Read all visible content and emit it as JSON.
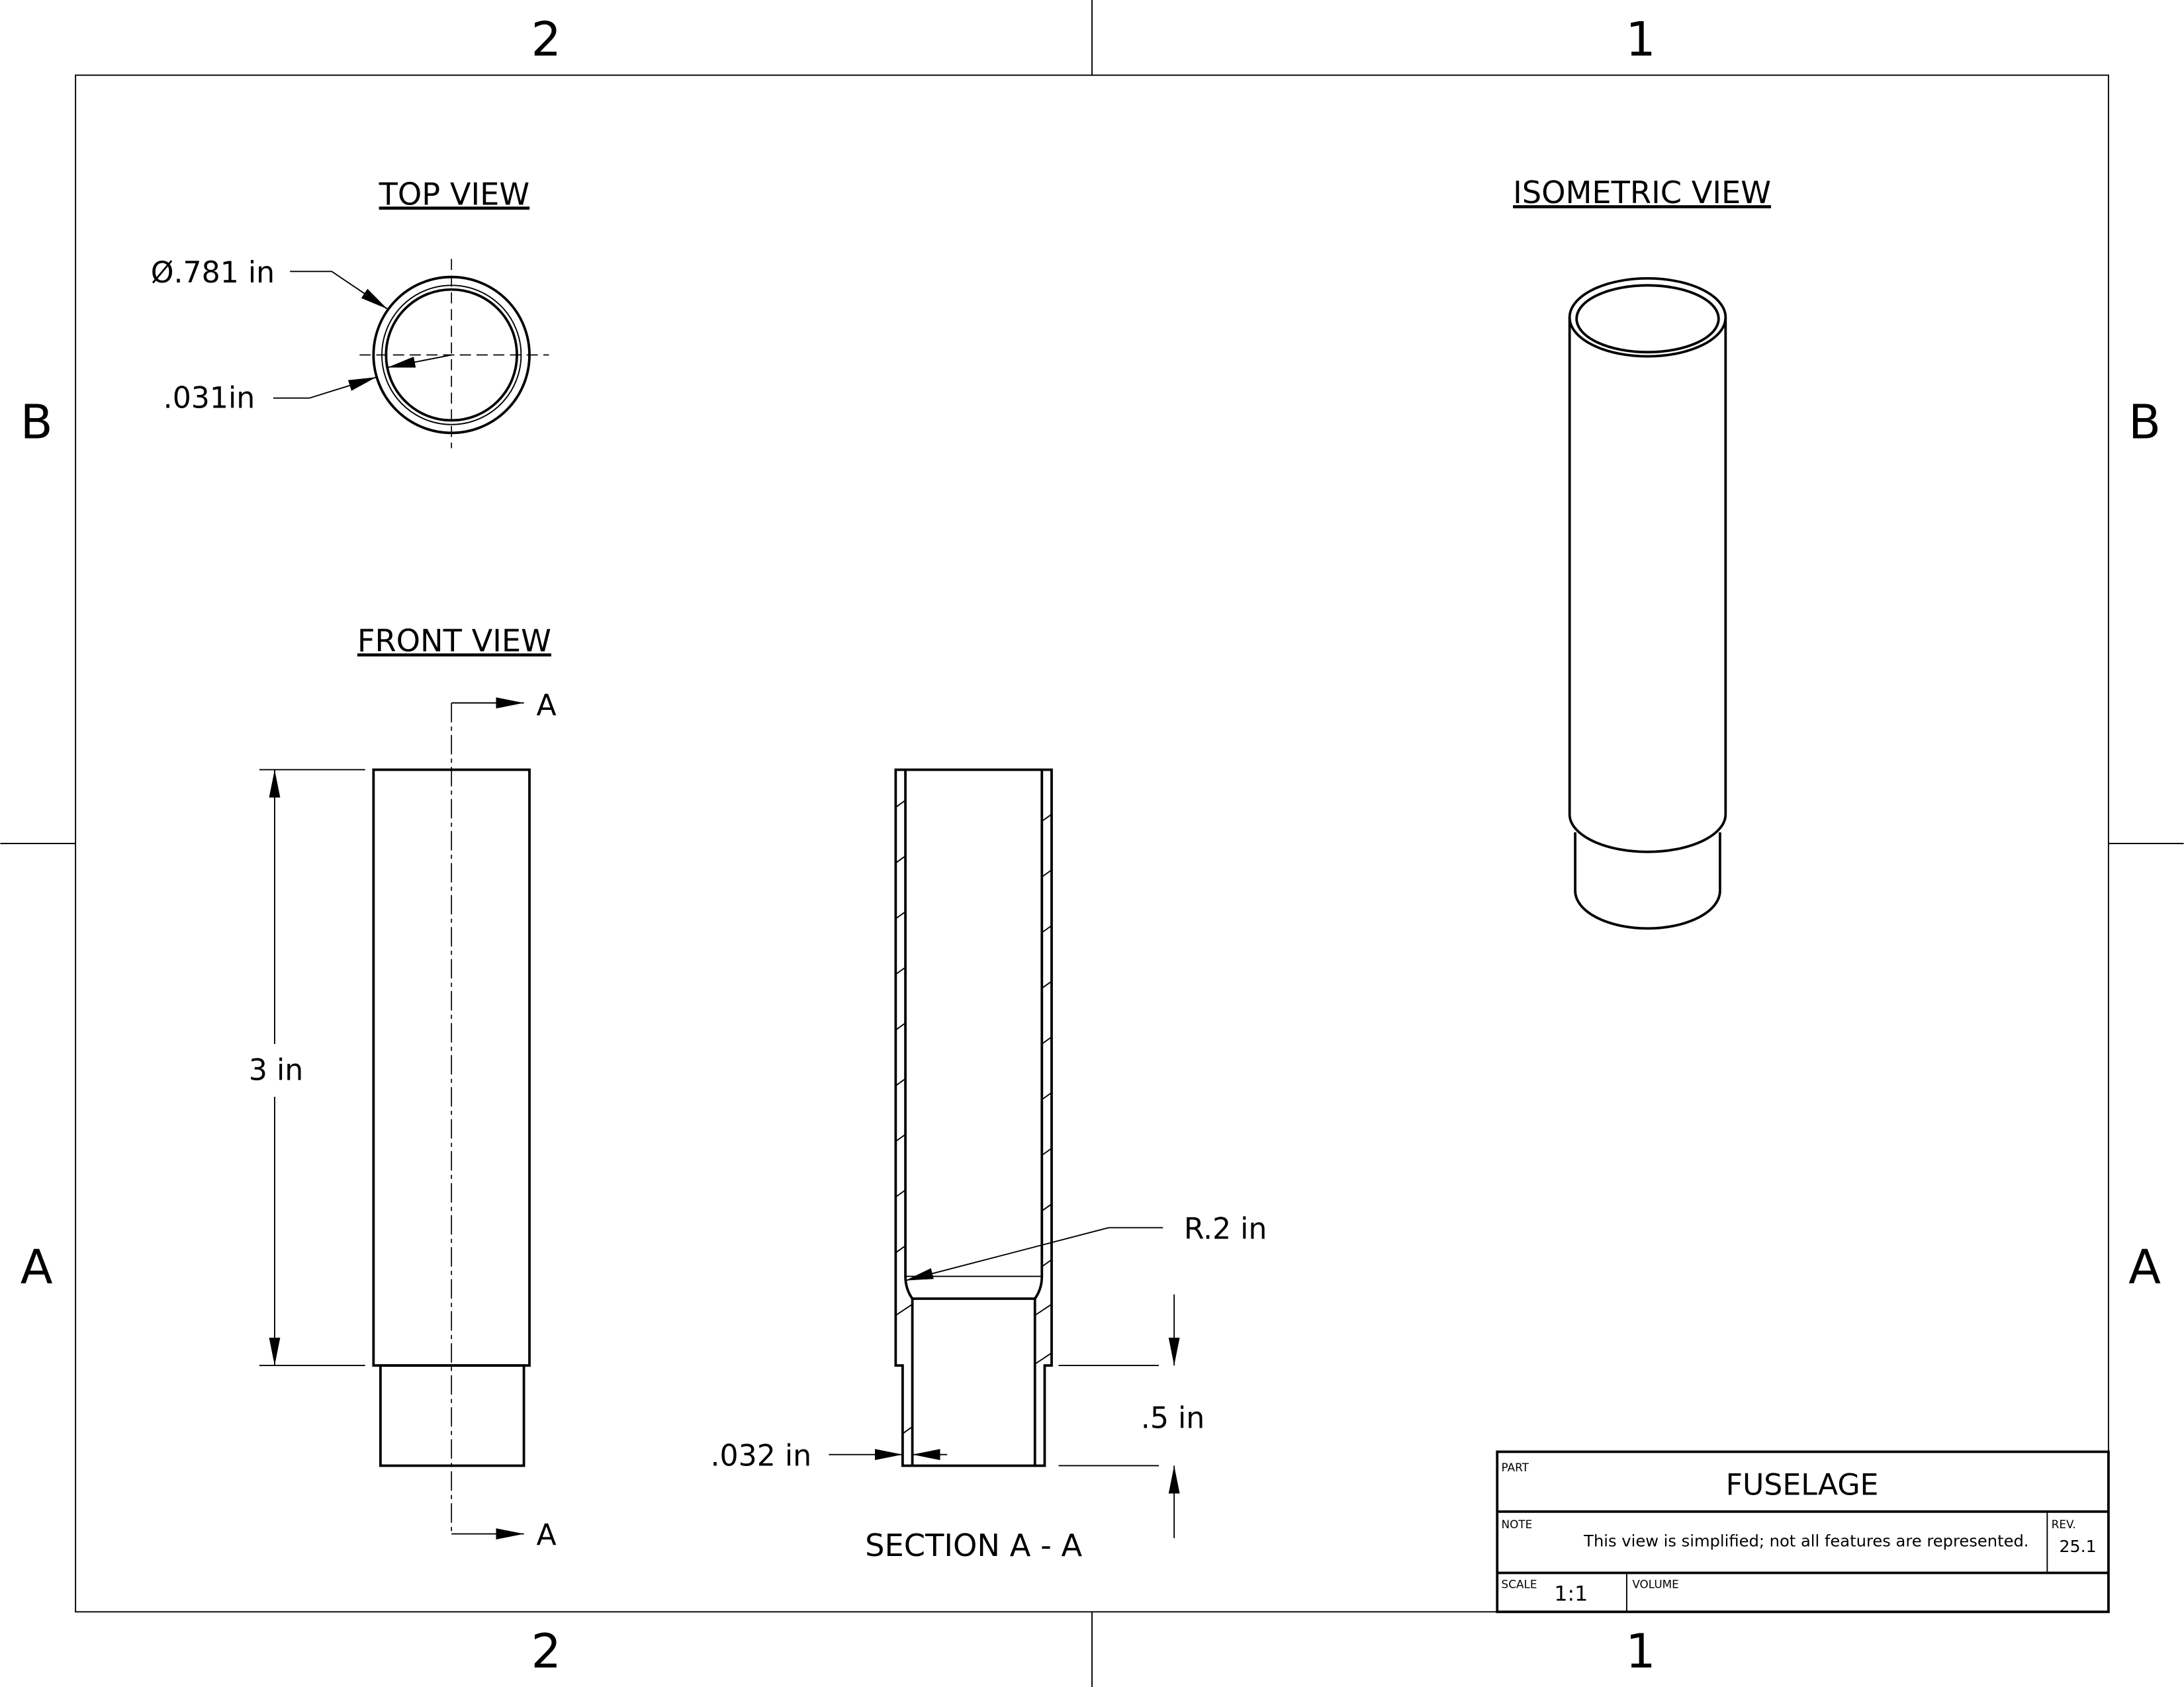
{
  "zones": {
    "top": [
      "2",
      "1"
    ],
    "bottom": [
      "2",
      "1"
    ],
    "left": [
      "B",
      "A"
    ],
    "right": [
      "B",
      "A"
    ]
  },
  "views": {
    "top": {
      "title": "TOP VIEW",
      "diameter": "Ø.781 in",
      "wall": ".031in"
    },
    "front": {
      "title": "FRONT VIEW",
      "length": "3 in",
      "section_mark": "A"
    },
    "section": {
      "title": "SECTION A - A",
      "radius": "R.2 in",
      "step": ".5 in",
      "wall": ".032 in"
    },
    "isometric": {
      "title": "ISOMETRIC VIEW"
    }
  },
  "title_block": {
    "part_label": "PART",
    "part": "FUSELAGE",
    "note_label": "NOTE",
    "note": "This view is simplified; not all features are represented.",
    "rev_label": "REV.",
    "rev": "25.1",
    "scale_label": "SCALE",
    "scale": "1:1",
    "volume_label": "VOLUME"
  }
}
